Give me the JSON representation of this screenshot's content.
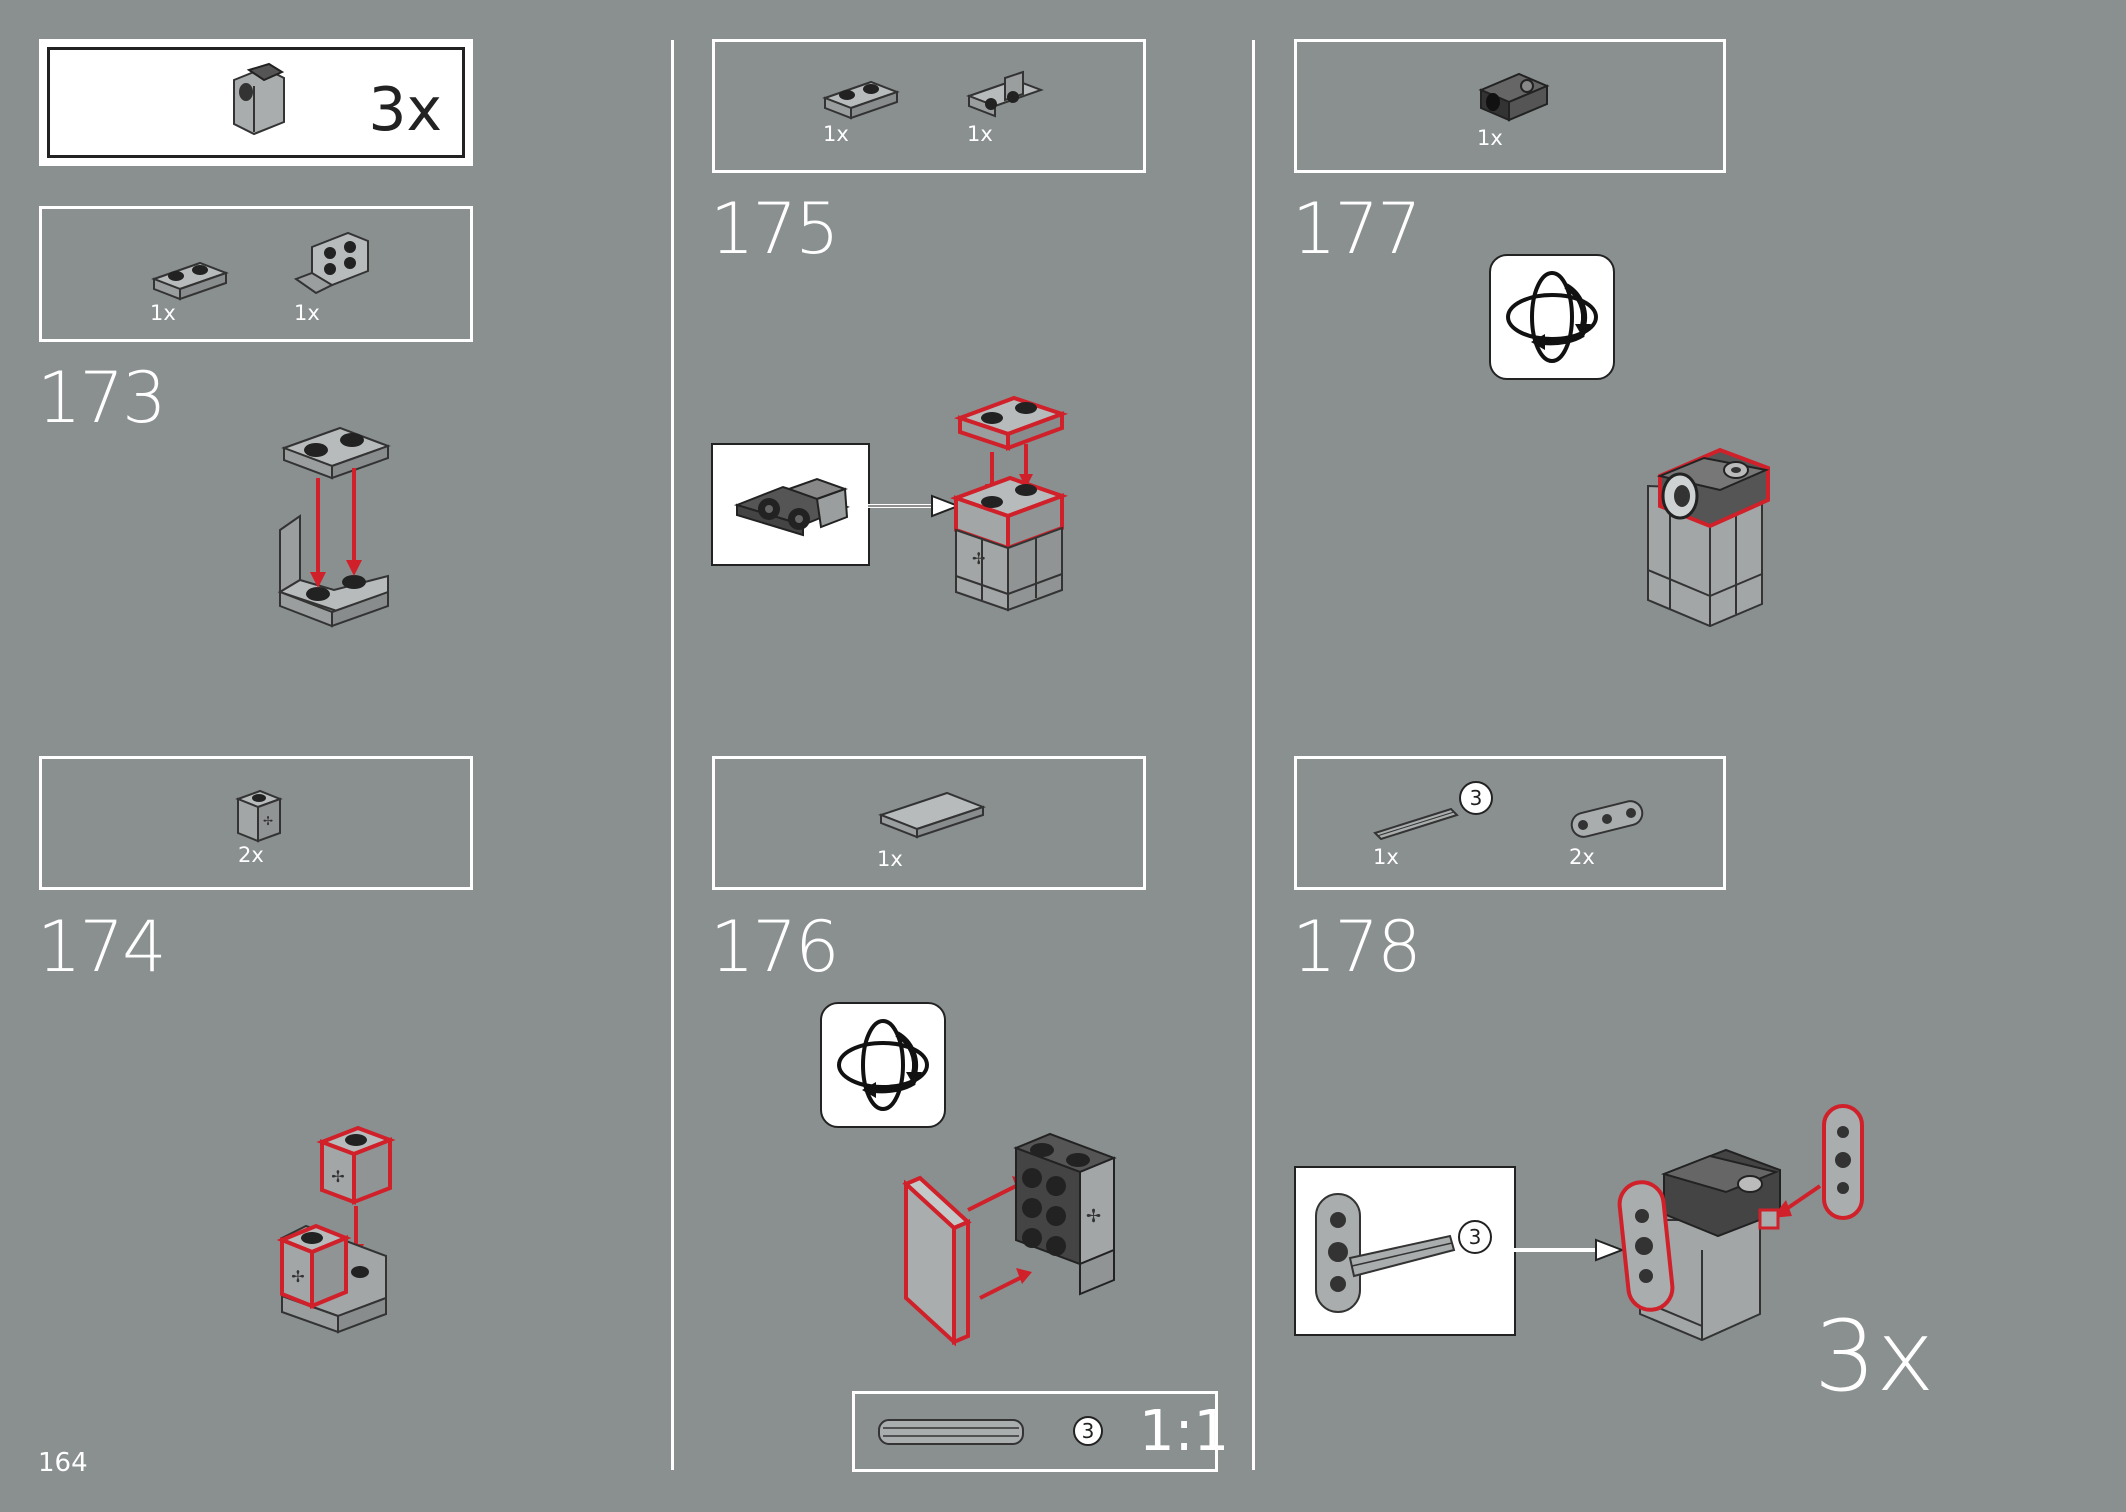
{
  "page_number": "164",
  "header_multiplier": "3x",
  "steps": [
    {
      "number": "173",
      "parts": [
        {
          "qty": "1x"
        },
        {
          "qty": "1x"
        }
      ]
    },
    {
      "number": "174",
      "parts": [
        {
          "qty": "2x"
        }
      ]
    },
    {
      "number": "175",
      "parts": [
        {
          "qty": "1x"
        },
        {
          "qty": "1x"
        }
      ]
    },
    {
      "number": "176",
      "parts": [
        {
          "qty": "1x"
        }
      ]
    },
    {
      "number": "177",
      "parts": [
        {
          "qty": "1x"
        }
      ]
    },
    {
      "number": "178",
      "parts": [
        {
          "qty": "1x"
        },
        {
          "qty": "2x"
        }
      ]
    }
  ],
  "axle_length_badge": "3",
  "scale_label": "1:1",
  "final_multiplier": "3x",
  "colors": {
    "background": "#8a9090",
    "highlight": "#d0202a",
    "brick": "#a9adad",
    "dark": "#2b2b2b"
  }
}
